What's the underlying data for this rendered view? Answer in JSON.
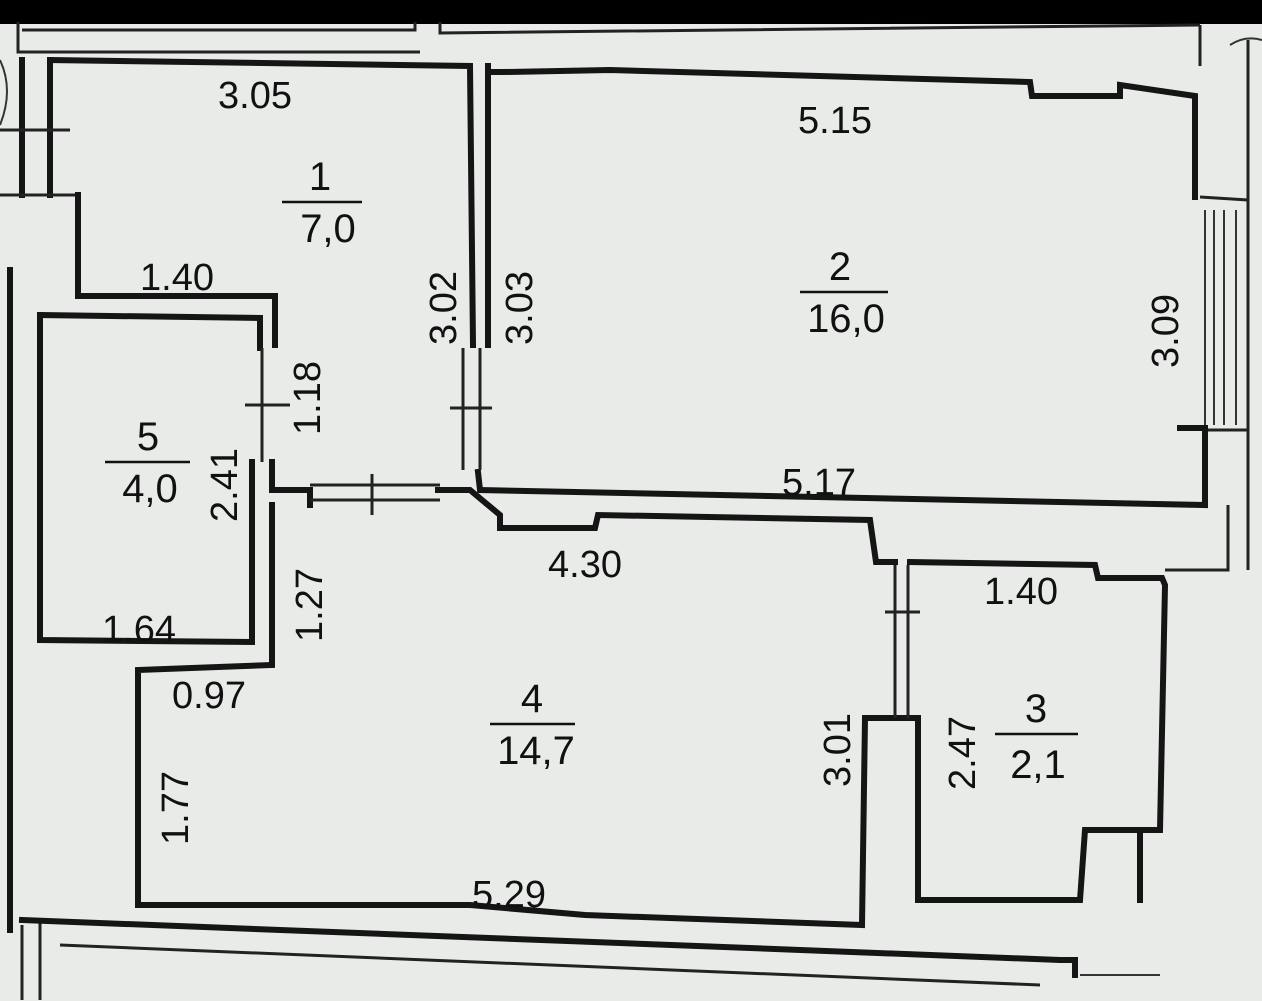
{
  "plan": {
    "colors": {
      "paper": "#e9ebe9",
      "wall": "#151515",
      "frame": "#000000"
    },
    "rooms": [
      {
        "id": "1",
        "number": "1",
        "area": "7,0"
      },
      {
        "id": "2",
        "number": "2",
        "area": "16,0"
      },
      {
        "id": "3",
        "number": "3",
        "area": "2,1"
      },
      {
        "id": "4",
        "number": "4",
        "area": "14,7"
      },
      {
        "id": "5",
        "number": "5",
        "area": "4,0"
      }
    ],
    "dimensions": {
      "r1_top": "3.05",
      "r1_right": "3.02",
      "r1_bottom": "1.40",
      "r2_top": "5.15",
      "r2_left": "3.03",
      "r2_right": "3.09",
      "r2_bottom": "5.17",
      "r5_right": "2.41",
      "r5_bottom": "1.64",
      "r5_door": "1.18",
      "r4_top": "4.30",
      "r4_left_upper": "1.27",
      "r4_left_lower": "1.77",
      "r4_notch": "0.97",
      "r4_right": "3.01",
      "r4_bottom": "5.29",
      "r3_top": "1.40",
      "r3_left": "2.47"
    }
  }
}
